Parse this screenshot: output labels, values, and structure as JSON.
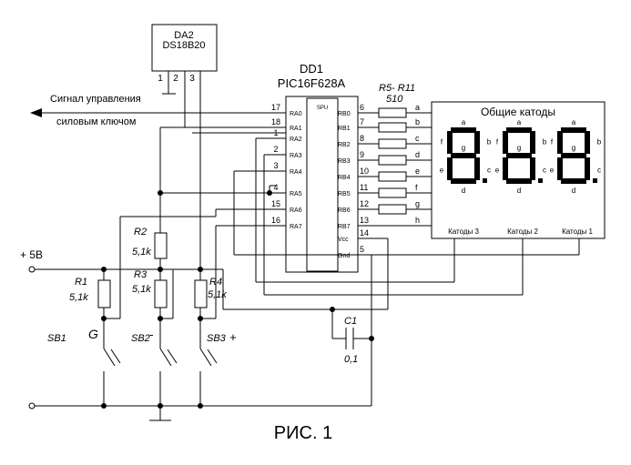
{
  "figure_caption": "РИС. 1",
  "chips": {
    "da2": {
      "ref": "DA2",
      "part": "DS18B20",
      "pins": [
        "1",
        "2",
        "3"
      ]
    },
    "dd1": {
      "ref": "DD1",
      "part": "PIC16F628A",
      "core_label": "SPU",
      "left_pins": [
        {
          "num": "17",
          "name": "RA0"
        },
        {
          "num": "18",
          "name": "RA1"
        },
        {
          "num": "1",
          "name": "RA2"
        },
        {
          "num": "2",
          "name": "RA3"
        },
        {
          "num": "3",
          "name": "RA4"
        },
        {
          "num": "4",
          "name": "RA5"
        },
        {
          "num": "15",
          "name": "RA6"
        },
        {
          "num": "16",
          "name": "RA7"
        }
      ],
      "right_pins": [
        {
          "num": "6",
          "name": "RB0"
        },
        {
          "num": "7",
          "name": "RB1"
        },
        {
          "num": "8",
          "name": "RB2"
        },
        {
          "num": "9",
          "name": "RB3"
        },
        {
          "num": "10",
          "name": "RB4"
        },
        {
          "num": "11",
          "name": "RB5"
        },
        {
          "num": "12",
          "name": "RB6"
        },
        {
          "num": "13",
          "name": "RB7"
        },
        {
          "num": "14",
          "name": "Vcc"
        },
        {
          "num": "5",
          "name": "Gnd"
        }
      ]
    }
  },
  "resistor_array": {
    "ref": "R5- R11",
    "value": "510"
  },
  "segment_lines": [
    "a",
    "b",
    "c",
    "d",
    "e",
    "f",
    "g",
    "h"
  ],
  "display": {
    "title": "Общие катоды",
    "digit_segments": [
      "a",
      "b",
      "c",
      "d",
      "e",
      "f",
      "g"
    ],
    "cathodes": [
      "Катоды 3",
      "Катоды 2",
      "Катоды 1"
    ]
  },
  "power": {
    "supply": "+ 5В"
  },
  "signal_text": {
    "line1": "Сигнал управления",
    "line2": "силовым ключом"
  },
  "resistors": [
    {
      "ref": "R1",
      "value": "5,1k"
    },
    {
      "ref": "R2",
      "value": "5,1k"
    },
    {
      "ref": "R3",
      "value": "5,1k"
    },
    {
      "ref": "R4",
      "value": "5,1k"
    }
  ],
  "capacitor": {
    "ref": "C1",
    "value": "0,1"
  },
  "buttons": [
    {
      "ref": "SB1",
      "label": "G"
    },
    {
      "ref": "SB2",
      "label": "-"
    },
    {
      "ref": "SB3",
      "label": "+"
    }
  ]
}
